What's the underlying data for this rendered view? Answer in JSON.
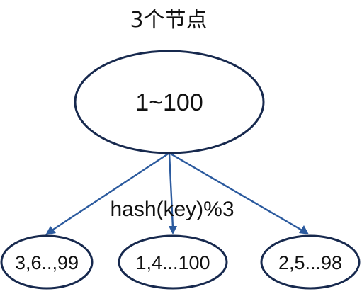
{
  "title": "3个节点",
  "root": {
    "label": "1~100"
  },
  "edge_label": "hash(key)%3",
  "children": [
    {
      "label": "3,6..,99"
    },
    {
      "label": "1,4...100"
    },
    {
      "label": "2,5...98"
    }
  ],
  "colors": {
    "node_stroke": "#17294e",
    "edge": "#2b5a9e",
    "text": "#111111",
    "background": "#ffffff"
  }
}
